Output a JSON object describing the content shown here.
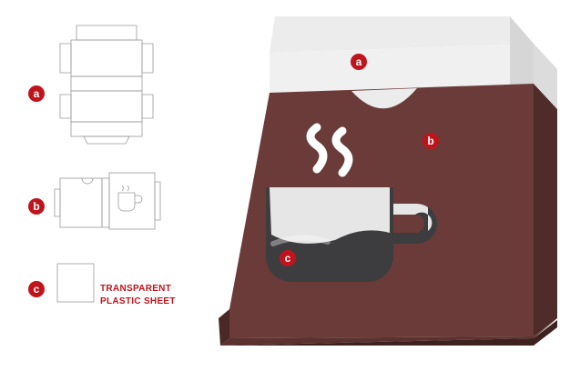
{
  "colors": {
    "badge": "#c0141d",
    "box_front": "#6a3b38",
    "box_side": "#4f2b29",
    "box_bottom": "#5b3230",
    "sleeve_top": "#ececec",
    "sleeve_side": "#d6d6d6",
    "window": "#3d3d40",
    "dieline": "#9a9a9a",
    "note_text": "#c0141d"
  },
  "labels": {
    "sleeve_box": "a",
    "tray_box": "b",
    "window_sheet": "c",
    "dieline_a": "a",
    "dieline_b": "b",
    "dieline_c": "c"
  },
  "note": {
    "line1": "TRANSPARENT",
    "line2": "PLASTIC SHEET"
  },
  "icons": {
    "cutout": "coffee-cup-with-steam-icon"
  }
}
